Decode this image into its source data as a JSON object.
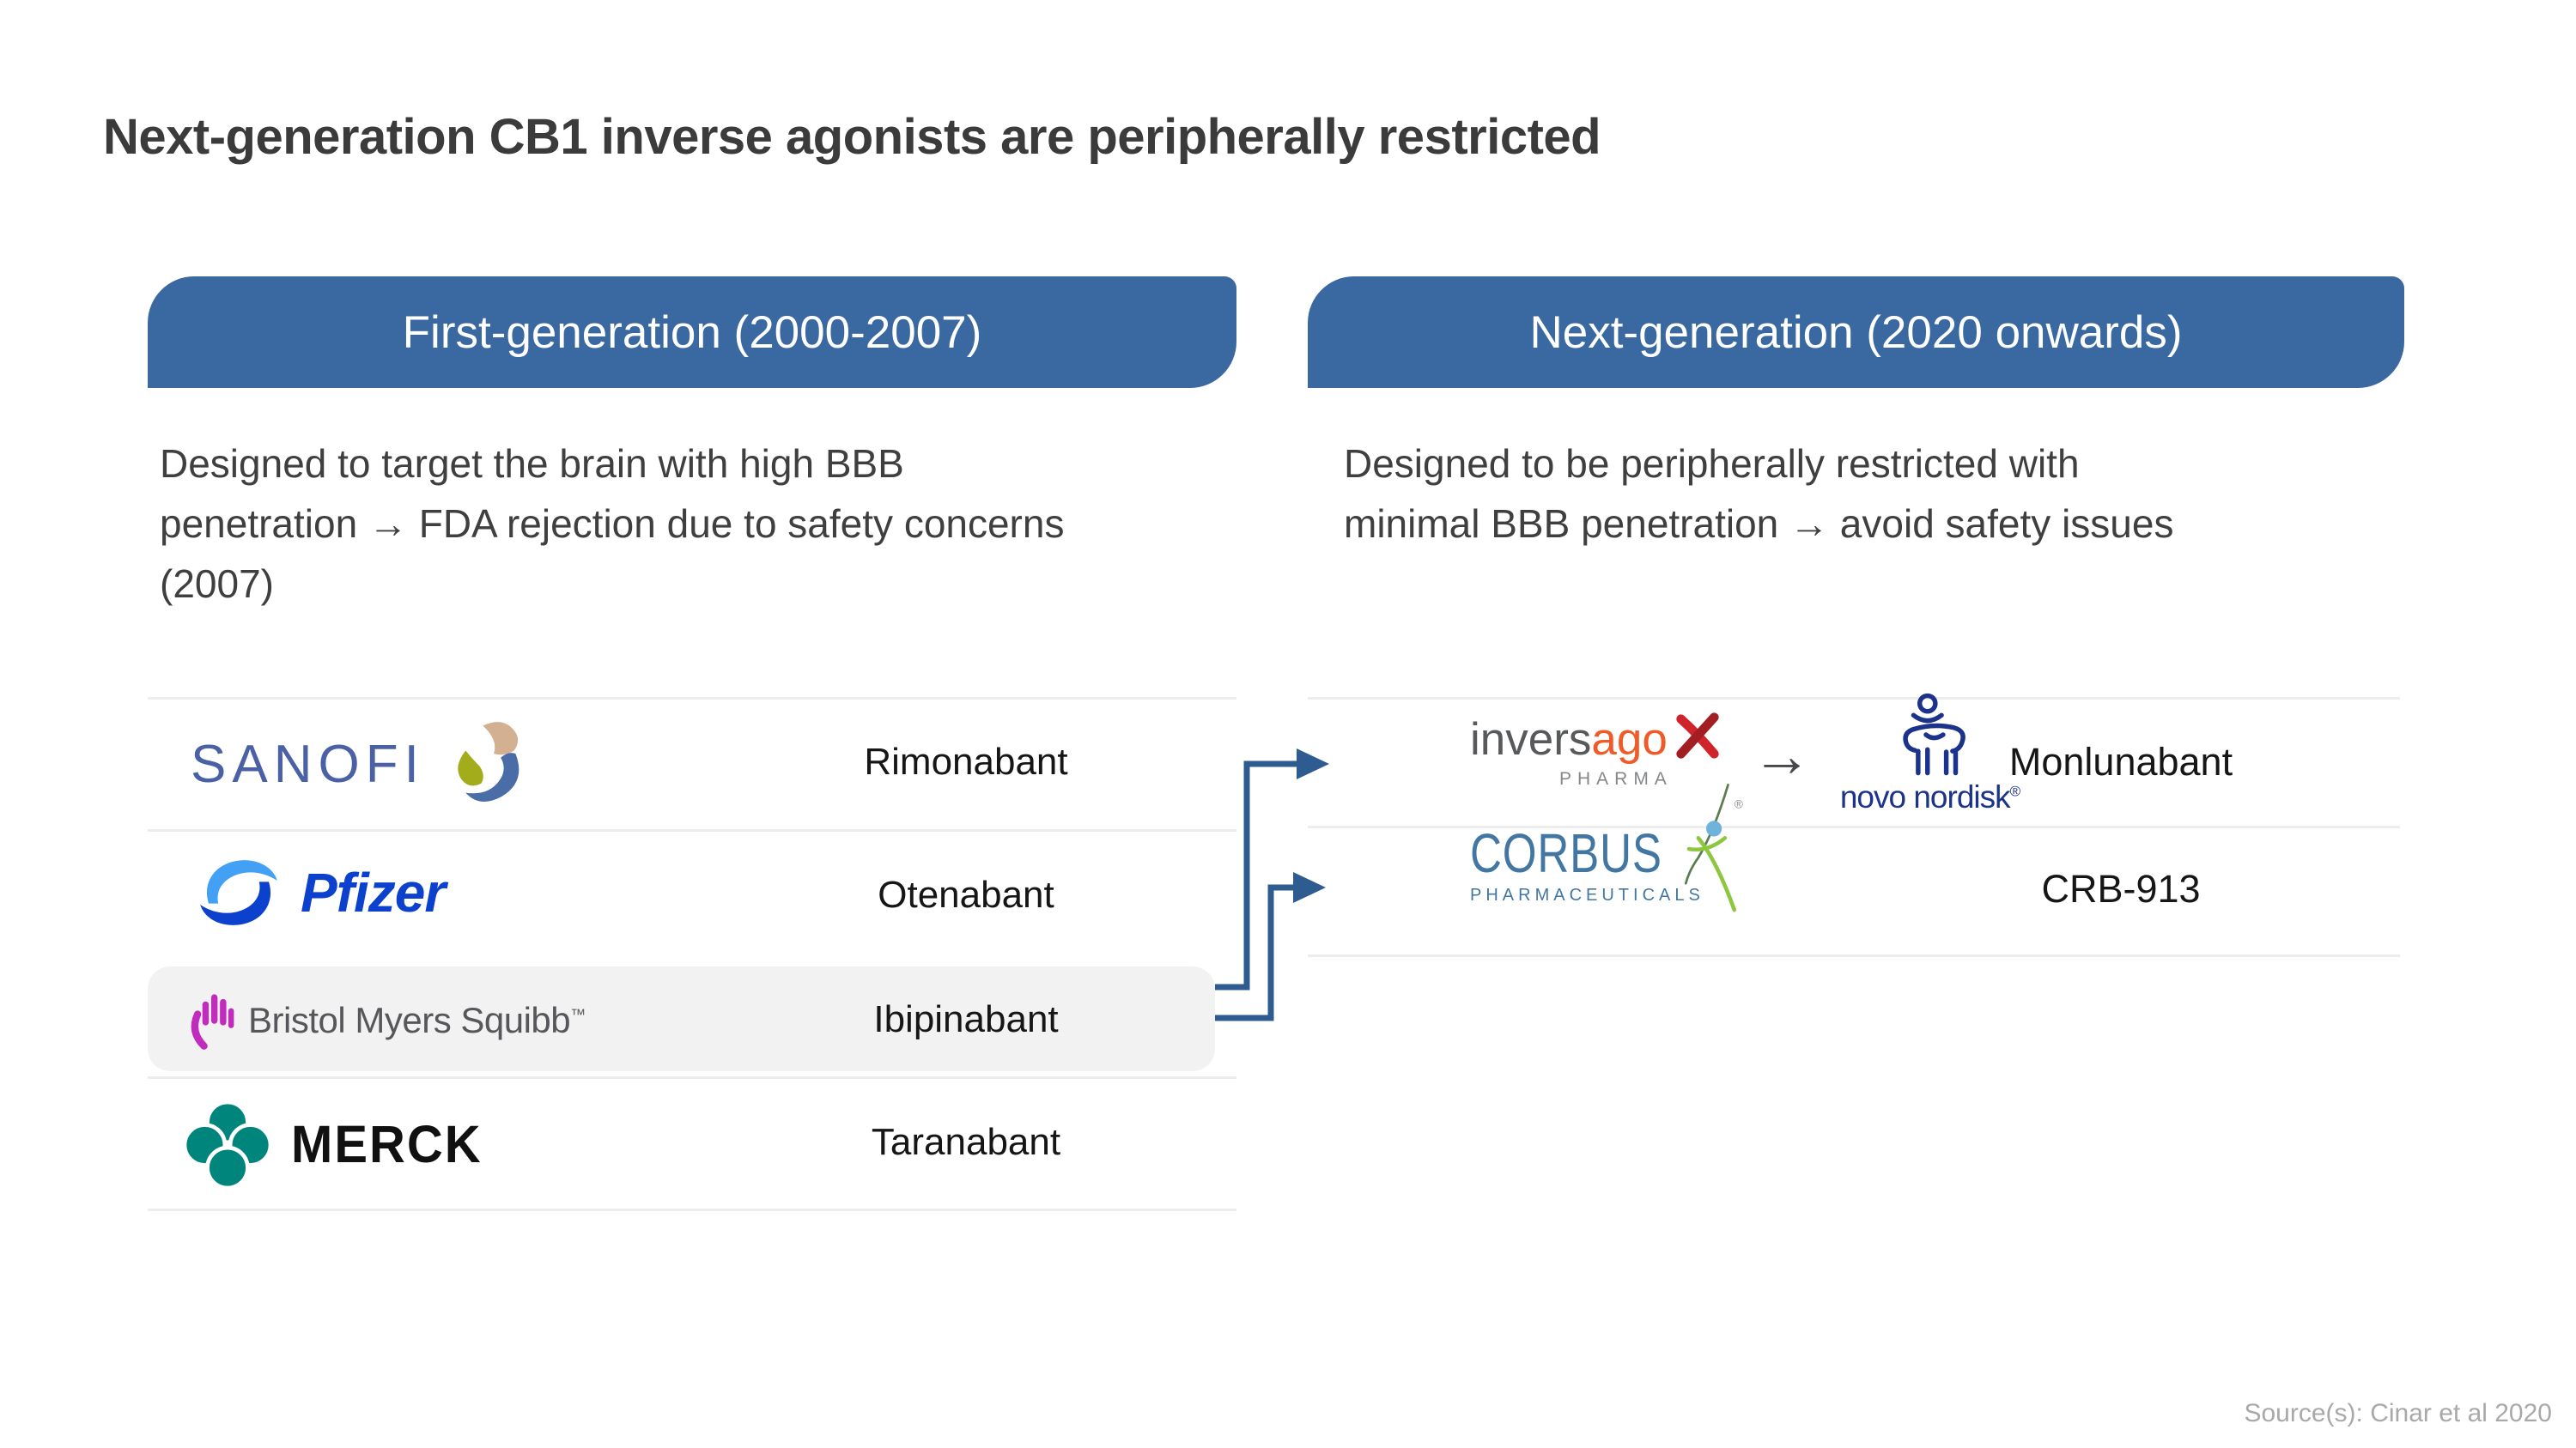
{
  "slide": {
    "title": "Next-generation CB1 inverse agonists are peripherally restricted",
    "source": "Source(s): Cinar et al 2020"
  },
  "first_gen": {
    "header": "First-generation (2000-2007)",
    "description_lines": [
      "Designed to target the brain with high BBB",
      "penetration → FDA rejection due to safety concerns",
      "(2007)"
    ],
    "rows": [
      {
        "company": "SANOFI",
        "drug": "Rimonabant"
      },
      {
        "company": "Pfizer",
        "drug": "Otenabant"
      },
      {
        "company": "Bristol Myers Squibb",
        "tm": "™",
        "drug": "Ibipinabant",
        "highlighted": true
      },
      {
        "company": "MERCK",
        "drug": "Taranabant"
      }
    ]
  },
  "next_gen": {
    "header": "Next-generation (2020 onwards)",
    "description_lines": [
      "Designed to be peripherally restricted with",
      "minimal BBB penetration → avoid safety issues"
    ],
    "rows": [
      {
        "from": {
          "gray": "invers",
          "orange": "ago",
          "sub": "PHARMA"
        },
        "arrow": "→",
        "to": {
          "name": "novo nordisk",
          "reg": "®"
        },
        "drug": "Monlunabant"
      },
      {
        "company": {
          "name": "CORBUS",
          "sub": "PHARMACEUTICALS",
          "reg": "®"
        },
        "drug": "CRB-913"
      }
    ]
  },
  "icons": {
    "sanofi_bird": "sanofi-bird-swirl",
    "pfizer_spiral": "pfizer-helix-spiral",
    "bms_hand": "bristol-myers-squibb-hand",
    "merck_clover": "merck-circle-clover",
    "inversago_x": "inversago-red-x-ribbon",
    "novo_bull": "novo-nordisk-apis-bull",
    "corbus_figure": "corbus-dancing-figure"
  },
  "colors": {
    "header-bg": "#3a68a0",
    "connector": "#2e5c91",
    "highlight-row-bg": "#f2f2f2",
    "divider": "#ededed",
    "title-text": "#3b3b3b",
    "body-text": "#3f3f3f",
    "drug-text": "#161616",
    "source-text": "#a9a9a9",
    "sanofi-blue": "#4b61a5",
    "sanofi-tan": "#d4b092",
    "sanofi-olive": "#a3ad1c",
    "sanofi-swirl-blue": "#4a6da7",
    "pfizer-light": "#42a0f5",
    "pfizer-dark": "#0b41cd",
    "bms-magenta": "#c12cbc",
    "bms-gray": "#57575b",
    "merck-teal": "#00857c",
    "inversago-gray": "#58595b",
    "inversago-orange": "#f05a28",
    "inversago-red": "#d0242b",
    "inversago-dark-red": "#a31e22",
    "novo-blue": "#1b338a",
    "corbus-blue": "#4377a3",
    "corbus-green": "#8dc63f",
    "corbus-head": "#6fb3dd"
  }
}
